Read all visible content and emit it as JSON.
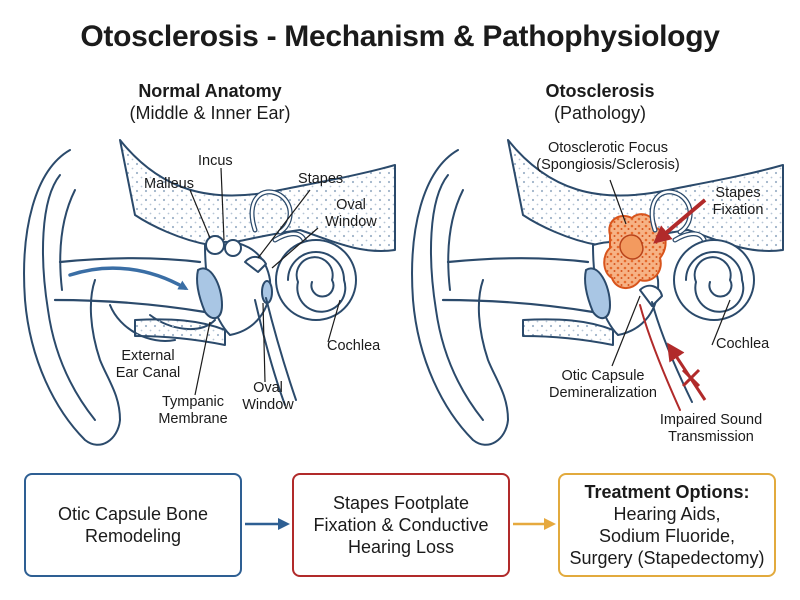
{
  "title": "Otosclerosis - Mechanism & Pathophysiology",
  "left_panel": {
    "heading": "Normal Anatomy",
    "subheading": "(Middle & Inner Ear)",
    "labels": {
      "incus": "Incus",
      "malleus": "Malleus",
      "stapes": "Stapes",
      "oval_window_top_1": "Oval",
      "oval_window_top_2": "Window",
      "cochlea": "Cochlea",
      "external_ear_canal_1": "External",
      "external_ear_canal_2": "Ear Canal",
      "tympanic_membrane_1": "Tympanic",
      "tympanic_membrane_2": "Membrane",
      "oval_window_bottom_1": "Oval",
      "oval_window_bottom_2": "Window"
    }
  },
  "right_panel": {
    "heading": "Otosclerosis",
    "subheading": "(Pathology)",
    "labels": {
      "otosclerotic_focus_1": "Otosclerotic Focus",
      "otosclerotic_focus_2": "(Spongiosis/Sclerosis)",
      "stapes_fixation_1": "Stapes",
      "stapes_fixation_2": "Fixation",
      "cochlea": "Cochlea",
      "otic_capsule_1": "Otic Capsule",
      "otic_capsule_2": "Demineralization",
      "impaired_sound_1": "Impaired Sound",
      "impaired_sound_2": "Transmission"
    }
  },
  "flow": {
    "step1_line1": "Otic Capsule Bone",
    "step1_line2": "Remodeling",
    "step2_line1": "Stapes Footplate",
    "step2_line2": "Fixation & Conductive",
    "step2_line3": "Hearing Loss",
    "step3_title": "Treatment Options:",
    "step3_line1": "Hearing Aids,",
    "step3_line2": "Sodium Fluoride,",
    "step3_line3": "Surgery (Stapedectomy)"
  },
  "colors": {
    "outline": "#2b4a6b",
    "membrane": "#a9c6e4",
    "blue_arrow": "#3a6ea5",
    "red_arrow": "#b12a2a",
    "focus_fill": "#f39a5f",
    "treatment_border": "#e2aa3d",
    "orange_arrow": "#e6a93e"
  }
}
